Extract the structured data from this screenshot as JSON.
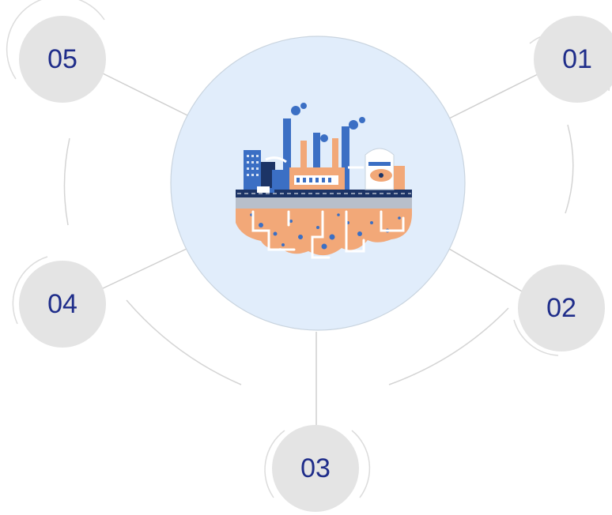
{
  "nodes": [
    {
      "id": "01",
      "label": "01"
    },
    {
      "id": "02",
      "label": "02"
    },
    {
      "id": "03",
      "label": "03"
    },
    {
      "id": "04",
      "label": "04"
    },
    {
      "id": "05",
      "label": "05"
    }
  ],
  "center_illustration": "factory-on-ground-illustration",
  "colors": {
    "node_fill": "#e4e4e4",
    "node_text": "#1f2d8a",
    "center_fill": "#e1edfb",
    "line": "#cfcfcf",
    "factory_blue": "#3b6fc4",
    "factory_dark": "#1c3466",
    "soil": "#f2a878",
    "pipe": "#ffffff"
  }
}
